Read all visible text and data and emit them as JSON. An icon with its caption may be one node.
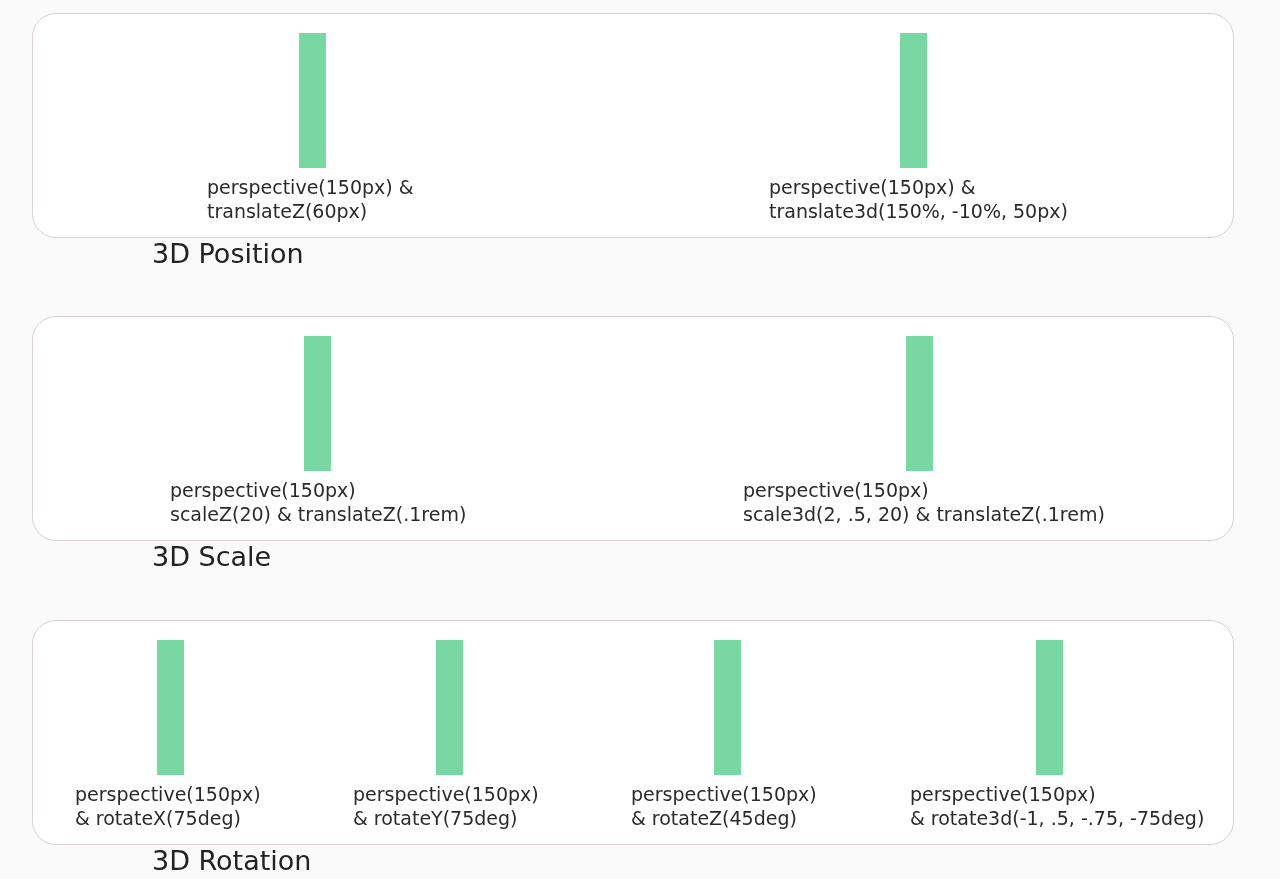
{
  "diagram": {
    "nodes": [
      {
        "text": [
          "3D Position"
        ]
      },
      {
        "text": [],
        "shape": "bar",
        "in": 0,
        "beside": [
          "perspective(150px) & translateZ(60px)"
        ]
      },
      {
        "text": [],
        "shape": "bar",
        "in": 0,
        "beside": [
          "perspective(150px) & translate3d(150%, -10%, 50px)"
        ]
      },
      {
        "text": [
          "3D Scale"
        ]
      },
      {
        "text": [],
        "shape": "bar",
        "in": 3,
        "beside": [
          "perspective(150px) scaleZ(20) & translateZ(.1rem)"
        ]
      },
      {
        "text": [],
        "shape": "bar",
        "in": 3,
        "beside": [
          "perspective(150px) scale3d(2, .5, 20) & translateZ(.1rem)"
        ]
      },
      {
        "text": [
          "3D Rotation"
        ]
      },
      {
        "text": [],
        "shape": "bar",
        "in": 6,
        "beside": [
          "perspective(150px) & rotateX(75deg)"
        ]
      },
      {
        "text": [],
        "shape": "bar",
        "in": 6,
        "beside": [
          "perspective(150px) & rotateY(75deg)"
        ]
      },
      {
        "text": [],
        "shape": "bar",
        "in": 6,
        "beside": [
          "perspective(150px) & rotateZ(45deg)"
        ]
      },
      {
        "text": [],
        "shape": "bar",
        "in": 6,
        "beside": [
          "perspective(150px) & rotate3d(-1, .5, -.75, -75deg)"
        ]
      }
    ]
  }
}
